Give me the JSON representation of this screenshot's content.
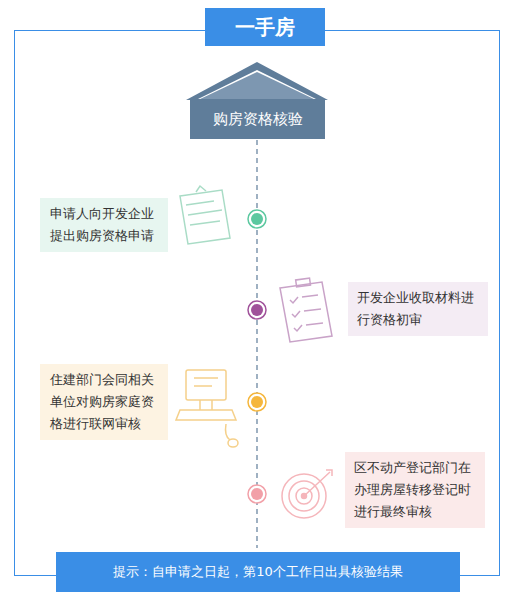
{
  "diagram": {
    "title": "一手房",
    "nodes": [
      {
        "text": [
          "购房资格核验"
        ]
      },
      {
        "text": [
          "申请人向开发企业 提出购房资格申请"
        ]
      },
      {
        "text": [
          "开发企业收取材料进 行资格初审"
        ]
      },
      {
        "text": [
          "住建部门会同相关 单位对购房家庭资 格进行联网审核"
        ]
      },
      {
        "text": [
          "区不动产登记部门在 办理房屋转移登记时 进行最终审核"
        ]
      },
      {
        "text": [
          "提示：自申请之日起，第10个工作日出具核验结果"
        ]
      }
    ]
  }
}
